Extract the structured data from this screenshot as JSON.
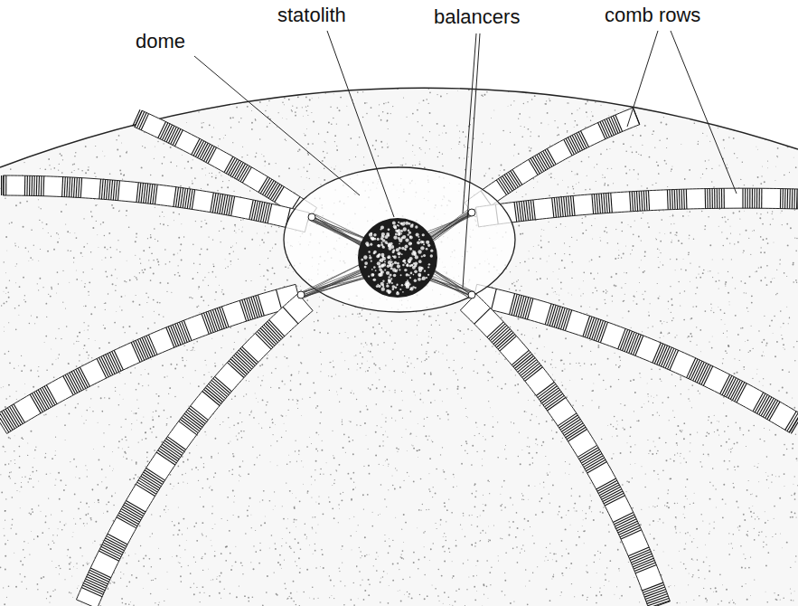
{
  "diagram": {
    "labels": [
      "dome",
      "statolith",
      "balancers",
      "comb rows"
    ]
  }
}
